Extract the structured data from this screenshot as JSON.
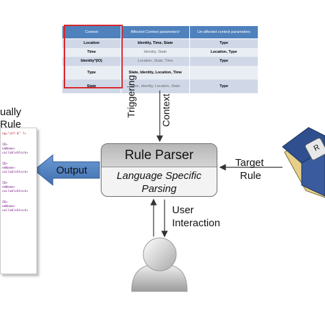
{
  "context_table": {
    "headers": [
      "Context",
      "Affected Context parameters¹",
      "Un-affected context parameters"
    ],
    "rows": [
      {
        "context": "Location",
        "affected": "Identity, Time, State",
        "unaffected": "Type"
      },
      {
        "context": "Time",
        "affected": "Identity, State",
        "unaffected": "Location, Type"
      },
      {
        "context": "Identity*(IO)",
        "affected": "Location, State, Time",
        "unaffected": "Type"
      },
      {
        "context": "Type",
        "affected": "State, Identity, Location, Time",
        "unaffected": ""
      },
      {
        "context": "State",
        "affected": "Time, Identity, Location, State",
        "unaffected": "Type"
      }
    ]
  },
  "labels": {
    "triggering": "Triggering",
    "context": "Context",
    "parser_title": "Rule Parser",
    "parser_sub1": "Language Specific",
    "parser_sub2": "Parsing",
    "output": "Output",
    "target": "Target",
    "rule": "Rule",
    "user": "User",
    "interaction": "Interaction",
    "left_top": "ually",
    "left_bottom": "Rule",
    "book": "R"
  },
  "xml_lines": [
    {
      "text": "ng=\"utf-8\" ?>",
      "red": true
    },
    {
      "text": "",
      "red": false
    },
    {
      "text": "ID>",
      "red": false
    },
    {
      "text": "emName>",
      "red": false
    },
    {
      "text": "vailableStock>",
      "red": false
    },
    {
      "text": "",
      "red": false
    },
    {
      "text": "ID>",
      "red": false
    },
    {
      "text": "emName>",
      "red": false
    },
    {
      "text": "vailableStock>",
      "red": false
    },
    {
      "text": "",
      "red": false
    },
    {
      "text": "ID>",
      "red": false
    },
    {
      "text": "emName>",
      "red": false
    },
    {
      "text": "vailableStock>",
      "red": false
    },
    {
      "text": "",
      "red": false
    },
    {
      "text": "ID>",
      "red": false
    },
    {
      "text": "emName>",
      "red": false
    },
    {
      "text": "vailableStock>",
      "red": false
    }
  ],
  "colors": {
    "table_header": "#4f81bd",
    "table_shade": "#d0d8e8",
    "table_light": "#e9edf4",
    "highlight": "#d8262d",
    "output_arrow": "#4a7ebb",
    "book_cover": "#2f4f8f"
  }
}
